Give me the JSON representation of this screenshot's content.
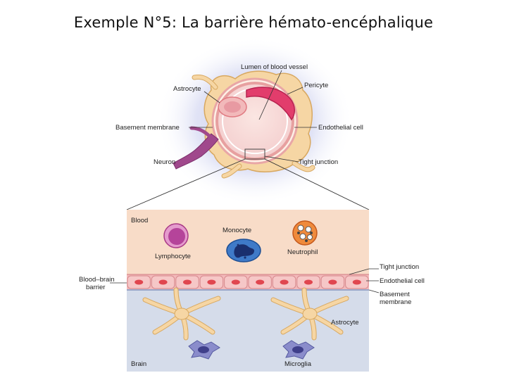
{
  "slide": {
    "title": "Exemple N°5: La barrière hémato-encéphalique"
  },
  "top_diagram": {
    "labels": {
      "lumen": "Lumen of blood vessel",
      "astrocyte": "Astrocyte",
      "pericyte": "Pericyte",
      "basement_membrane": "Basement membrane",
      "endothelial_cell": "Endothelial cell",
      "neuron": "Neuron",
      "tight_junction": "Tight junction"
    }
  },
  "bottom_diagram": {
    "zones": {
      "blood": "Blood",
      "brain": "Brain",
      "barrier_line1": "Blood–brain",
      "barrier_line2": "barrier"
    },
    "cells": {
      "monocyte": "Monocyte",
      "lymphocyte": "Lymphocyte",
      "neutrophil": "Neutrophil",
      "astrocyte": "Astrocyte",
      "microglia": "Microglia"
    },
    "right_labels": {
      "tight_junction": "Tight junction",
      "endothelial_cell": "Endothelial cell",
      "basement_line1": "Basement",
      "basement_line2": "membrane"
    }
  },
  "colors": {
    "blood_zone": "#f8dcc8",
    "brain_zone": "#d5dcea",
    "endothelial": "#f2b9ba",
    "endothelial_nucleus": "#e0464f",
    "astrocyte": "#f6d6a4",
    "astrocyte_outline": "#d8a860",
    "pericyte": "#e23d6c",
    "neuron": "#a0488c",
    "monocyte": "#2f6bbd",
    "lymphocyte": "#c64b9f",
    "neutrophil": "#e2672a",
    "microglia": "#6c6fb5",
    "glow": "#8a8fd6"
  }
}
